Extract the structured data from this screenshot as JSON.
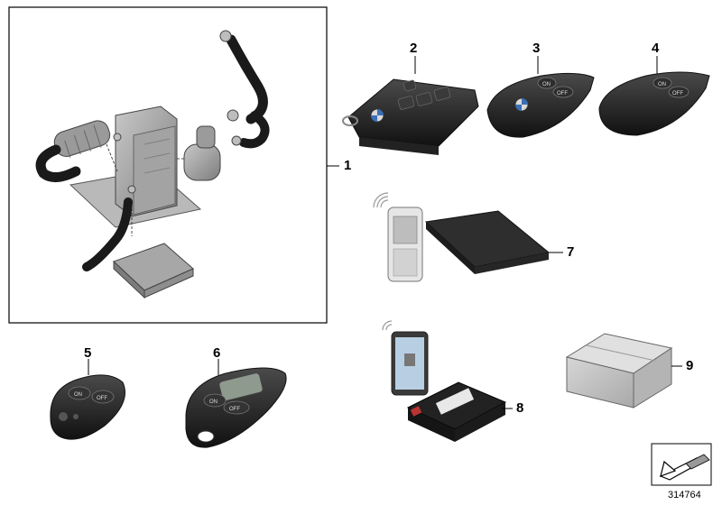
{
  "callouts": [
    "1",
    "2",
    "3",
    "4",
    "5",
    "6",
    "7",
    "8",
    "9"
  ],
  "fob_buttons": {
    "on": "ON",
    "off": "OFF"
  },
  "diagram_ref": "314764"
}
